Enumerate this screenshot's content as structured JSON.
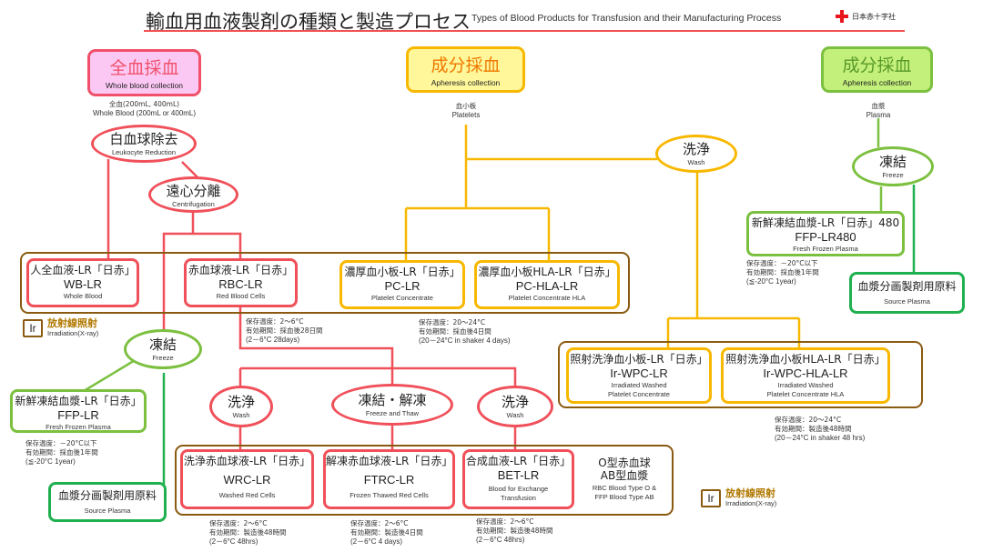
{
  "header": {
    "title_jp": "輸血用血液製剤の種類と製造プロセス",
    "title_en": "Types of Blood Products for Transfusion and their Manufacturing Process",
    "logo_text": "日本赤十字社",
    "logo_icon": "red-cross-icon"
  },
  "colors": {
    "whole_blood": "#f0505a",
    "platelet": "#f8b800",
    "plasma": "#7cc040",
    "source_plasma": "#20b050",
    "group_frame": "#8a5a10",
    "title_rule": "#f05050"
  },
  "sources": {
    "whole_blood": {
      "jp": "全血採血",
      "en": "Whole blood collection",
      "note_jp": "全血(200mL, 400mL)",
      "note_en": "Whole Blood (200mL or 400mL)"
    },
    "apheresis_platelets": {
      "jp": "成分採血",
      "en": "Apheresis collection",
      "note_jp": "血小板",
      "note_en": "Platelets"
    },
    "apheresis_plasma": {
      "jp": "成分採血",
      "en": "Apheresis collection",
      "note_jp": "血漿",
      "note_en": "Plasma"
    }
  },
  "processes": {
    "leukocyte_reduction": {
      "jp": "白血球除去",
      "en": "Leukocyte Reduction"
    },
    "centrifugation": {
      "jp": "遠心分離",
      "en": "Centrifugation"
    },
    "freeze_left": {
      "jp": "凍結",
      "en": "Freeze"
    },
    "wash_platelet": {
      "jp": "洗浄",
      "en": "Wash"
    },
    "freeze_plasma": {
      "jp": "凍結",
      "en": "Freeze"
    },
    "wash_rbc": {
      "jp": "洗浄",
      "en": "Wash"
    },
    "freeze_thaw": {
      "jp": "凍結・解凍",
      "en": "Freeze and Thaw"
    },
    "wash_bet": {
      "jp": "洗浄",
      "en": "Wash"
    }
  },
  "products": {
    "wb": {
      "jp": "人全血液-LR「日赤」",
      "code": "WB-LR",
      "en": "Whole Blood"
    },
    "rbc": {
      "jp": "赤血球液-LR「日赤」",
      "code": "RBC-LR",
      "en": "Red Blood Cells"
    },
    "pc": {
      "jp": "濃厚血小板-LR「日赤」",
      "code": "PC-LR",
      "en": "Platelet Concentrate"
    },
    "pc_hla": {
      "jp": "濃厚血小板HLA-LR「日赤」",
      "code": "PC-HLA-LR",
      "en": "Platelet Concentrate HLA"
    },
    "ffp480": {
      "jp": "新鮮凍結血漿-LR「日赤」480",
      "code": "FFP-LR480",
      "en": "Fresh Frozen Plasma"
    },
    "source_plasma_right": {
      "jp": "血漿分画製剤用原料",
      "en": "Source Plasma"
    },
    "ir_wpc": {
      "jp": "照射洗浄血小板-LR「日赤」",
      "code": "Ir-WPC-LR",
      "en1": "Irradiated Washed",
      "en2": "Platelet Concentrate"
    },
    "ir_wpc_hla": {
      "jp": "照射洗浄血小板HLA-LR「日赤」",
      "code": "Ir-WPC-HLA-LR",
      "en1": "Irradiated Washed",
      "en2": "Platelet Concentrate HLA"
    },
    "ffp": {
      "jp": "新鮮凍結血漿-LR「日赤」",
      "code": "FFP-LR",
      "en": "Fresh Frozen Plasma"
    },
    "source_plasma_left": {
      "jp": "血漿分画製剤用原料",
      "en": "Source Plasma"
    },
    "wrc": {
      "jp": "洗浄赤血球液-LR「日赤」",
      "code": "WRC-LR",
      "en": "Washed Red Cells"
    },
    "ftrc": {
      "jp": "解凍赤血球液-LR「日赤」",
      "code": "FTRC-LR",
      "en": "Frozen Thawed Red Cells"
    },
    "bet": {
      "jp": "合成血液-LR「日赤」",
      "code": "BET-LR",
      "en1": "Blood for Exchange",
      "en2": "Transfusion"
    },
    "blood_type": {
      "jp1": "O型赤血球",
      "jp2": "AB型血漿",
      "en1": "RBC Blood Type O &",
      "en2": "FFP Blood Type AB"
    }
  },
  "storage_notes": {
    "rbc": [
      "保存温度：2〜6°C",
      "有効期間：採血後28日間",
      "(2－6°C 28days)"
    ],
    "pc": [
      "保存温度：20〜24°C",
      "有効期間：採血後4日間",
      "(20－24°C in shaker 4 days)"
    ],
    "ffp480": [
      "保存温度：－20°C以下",
      "有効期間：採血後1年間",
      "(≦-20°C 1year)"
    ],
    "ir_wpc": [
      "保存温度：20〜24°C",
      "有効期間：製造後48時間",
      "(20－24°C in shaker 48 hrs)"
    ],
    "ffp": [
      "保存温度：－20°C以下",
      "有効期間：採血後1年間",
      "(≦-20°C 1year)"
    ],
    "wrc": [
      "保存温度：2〜6°C",
      "有効期間：製造後48時間",
      "(2－6°C 48hrs)"
    ],
    "ftrc": [
      "保存温度：2〜6°C",
      "有効期間：製造後4日間",
      "(2－6°C 4 days)"
    ],
    "bet": [
      "保存温度：2〜6°C",
      "有効期間：製造後48時間",
      "(2－6°C 48hrs)"
    ]
  },
  "legend": {
    "ir_box": "Ir",
    "ir_jp": "放射線照射",
    "ir_en": "Irradiation(X-ray)"
  }
}
